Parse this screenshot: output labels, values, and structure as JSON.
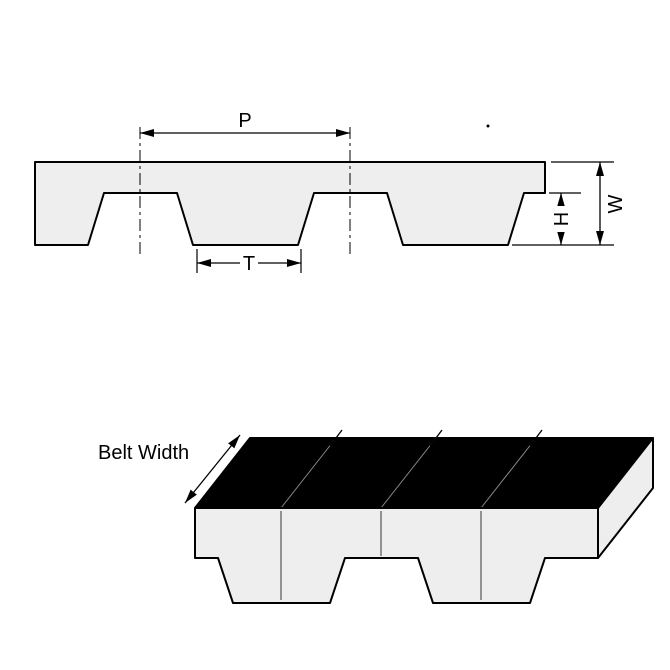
{
  "page": {
    "background": "#ffffff"
  },
  "diagram": {
    "labels": {
      "pitch": "P",
      "tooth_width": "T",
      "tooth_height": "H",
      "belt_thickness": "W",
      "belt_width": "Belt Width"
    },
    "colors": {
      "outline": "#000000",
      "belt_fill": "#eeeeee",
      "top_face_fill": "#000000",
      "dimension_line": "#000000"
    }
  }
}
